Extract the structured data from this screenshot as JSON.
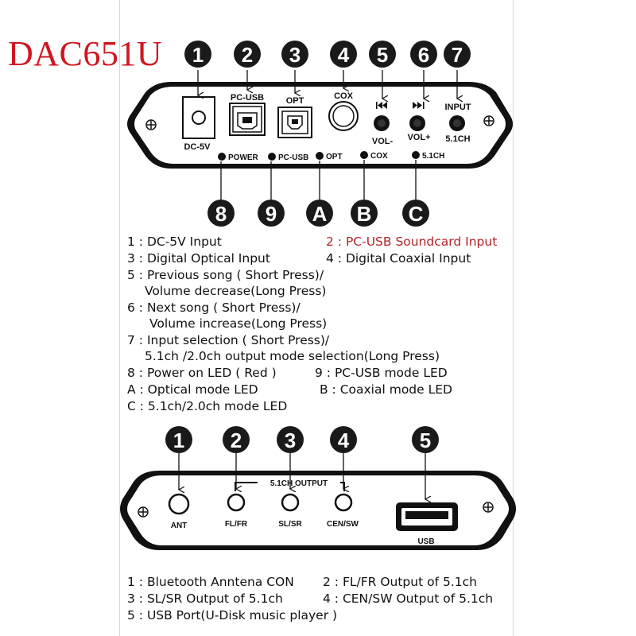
{
  "title": "DAC651U",
  "front_panel": {
    "callouts": [
      "1",
      "2",
      "3",
      "4",
      "5",
      "6",
      "7",
      "8",
      "9",
      "A",
      "B",
      "C"
    ],
    "port_labels": {
      "dc": "DC-5V",
      "pcusb": "PC-USB",
      "opt": "OPT",
      "cox": "COX",
      "volminus": "VOL-",
      "volplus": "VOL+",
      "input": "INPUT",
      "ch51": "5.1CH"
    },
    "led_labels": {
      "power": "POWER",
      "pcusb": "PC-USB",
      "opt": "OPT",
      "cox": "COX",
      "ch51": "5.1CH"
    },
    "prev_icon": "prev-track-icon",
    "next_icon": "next-track-icon"
  },
  "front_descriptions": {
    "d1": "1 : DC-5V Input",
    "d2": "2 : PC-USB Soundcard Input",
    "d3": "3 : Digital Optical Input",
    "d4": "4 : Digital Coaxial Input",
    "d5a": "5 : Previous song ( Short Press)/",
    "d5b": "Volume decrease(Long Press)",
    "d6a": "6 : Next song ( Short Press)/",
    "d6b": "Volume increase(Long Press)",
    "d7a": "7 : Input selection ( Short Press)/",
    "d7b": "5.1ch /2.0ch output mode selection(Long Press)",
    "d8": "8 : Power on LED ( Red )",
    "d9": "9 : PC-USB mode LED",
    "dA": "A : Optical mode LED",
    "dB": "B : Coaxial mode LED",
    "dC": "C : 5.1ch/2.0ch mode LED"
  },
  "rear_panel": {
    "callouts": [
      "1",
      "2",
      "3",
      "4",
      "5"
    ],
    "group_label": "5.1CH OUTPUT",
    "port_labels": {
      "ant": "ANT",
      "flfr": "FL/FR",
      "slsr": "SL/SR",
      "censw": "CEN/SW",
      "usb": "USB"
    }
  },
  "rear_descriptions": {
    "r1": "1 : Bluetooth Anntena CON",
    "r2": "2 :  FL/FR Output of 5.1ch",
    "r3": "3 : SL/SR Output of 5.1ch",
    "r4": "4 : CEN/SW Output of 5.1ch",
    "r5": "5 : USB Port(U-Disk music player )"
  },
  "colors": {
    "title": "#d01620",
    "highlight": "#b3232a",
    "panel": "#111111",
    "callout": "#1a1a1a"
  }
}
